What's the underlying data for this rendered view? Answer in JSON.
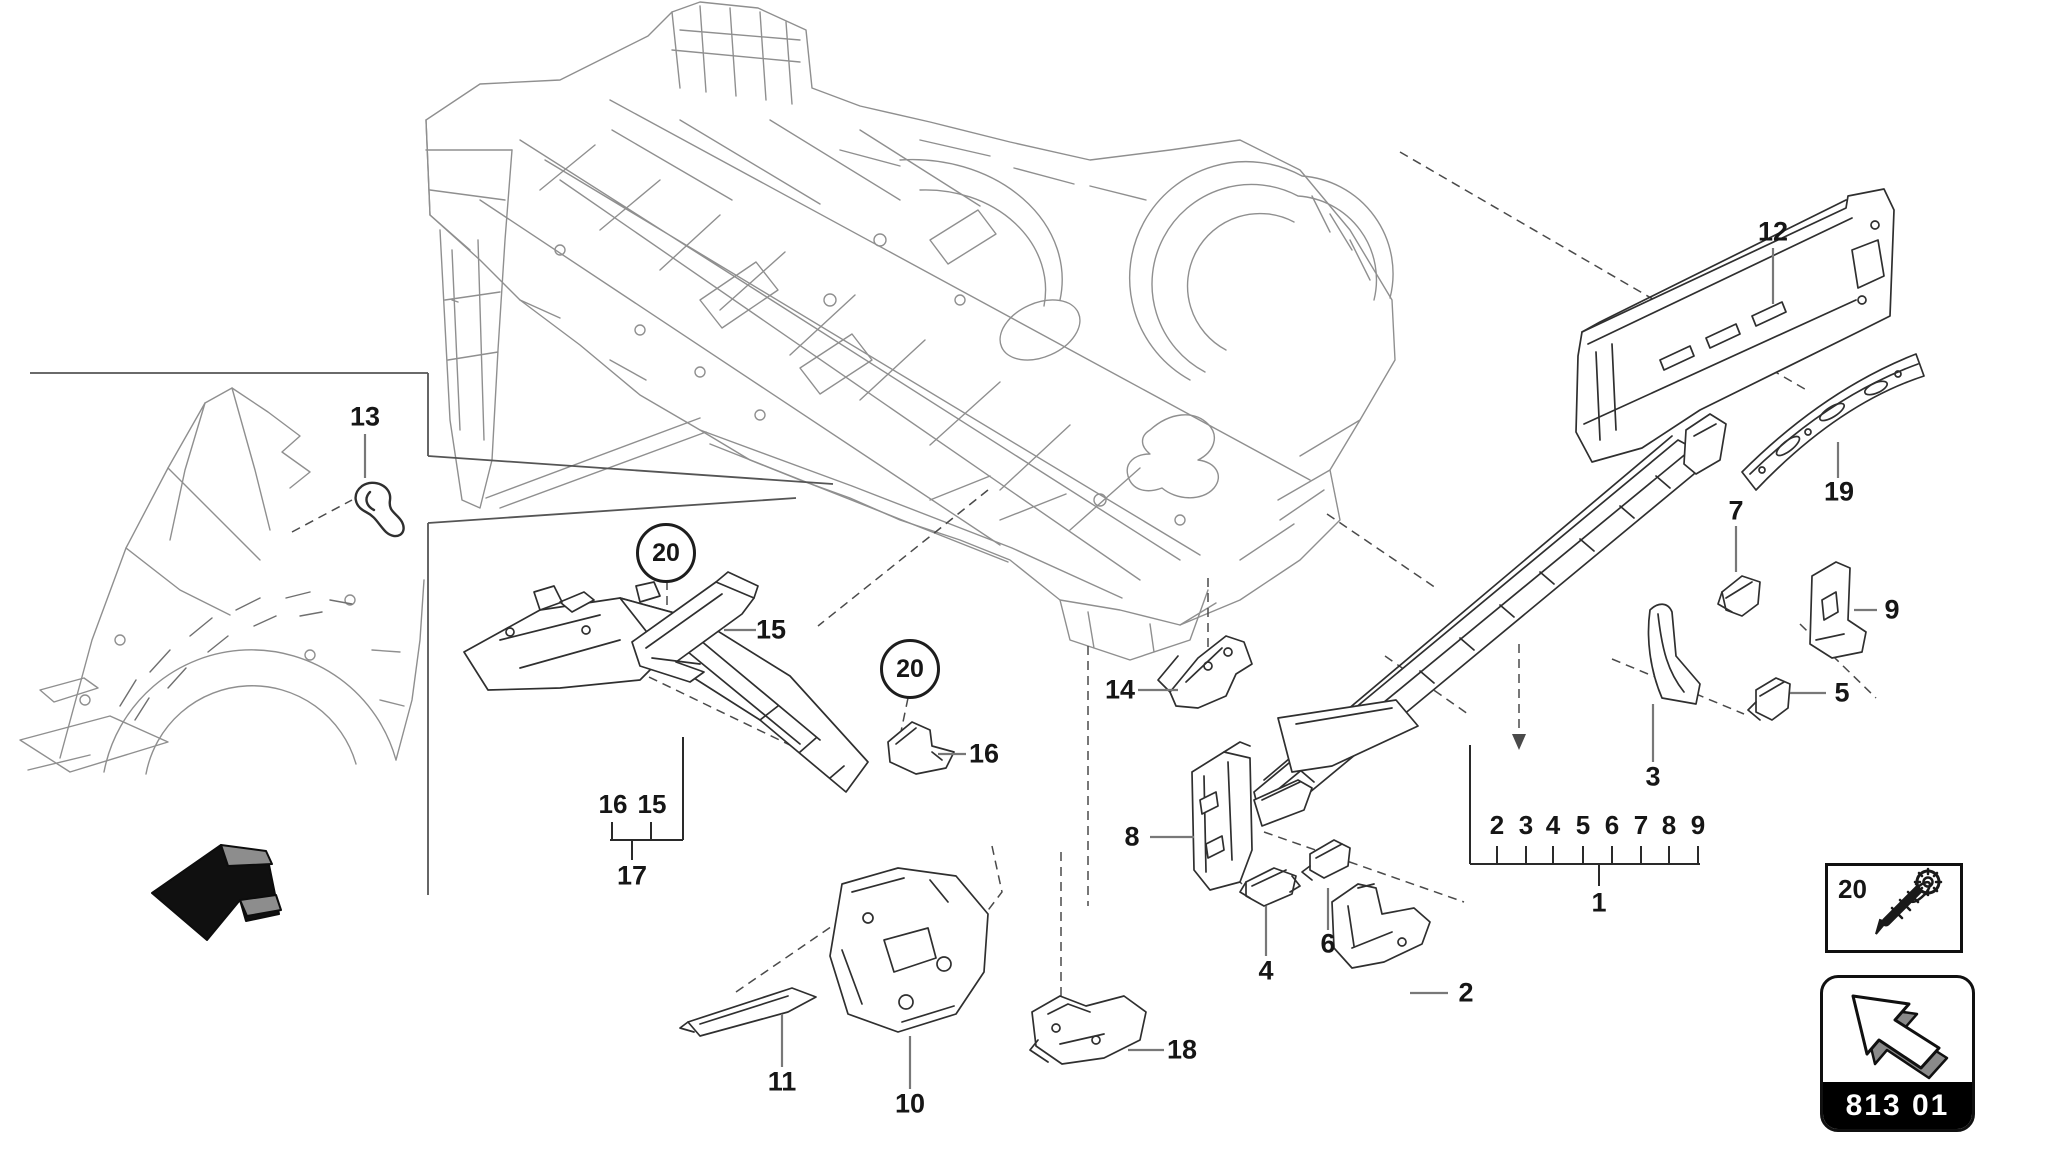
{
  "document": {
    "kind": "vehicle body parts exploded diagram",
    "page_code": "813 01"
  },
  "legend": {
    "fastener_ref": "20",
    "page_code": "813 01",
    "screw_icon": "screw-icon",
    "nav_icon": "arrow-up-left-icon"
  },
  "icons": {
    "direction_arrow": "arrow-left-icon",
    "screw": "screw-icon",
    "nav_arrow": "arrow-up-left-icon"
  },
  "colors": {
    "background": "#ffffff",
    "drawing_light": "#8f8f8f",
    "drawing_dark": "#2f2f2f",
    "leader": "#787878",
    "label": "#161616",
    "badge_bg": "#000000",
    "badge_text": "#ffffff"
  },
  "callouts": {
    "n1": {
      "label": "1"
    },
    "n2": {
      "label": "2"
    },
    "n3": {
      "label": "3"
    },
    "n4": {
      "label": "4"
    },
    "n5": {
      "label": "5"
    },
    "n6": {
      "label": "6"
    },
    "n7": {
      "label": "7"
    },
    "n8": {
      "label": "8"
    },
    "n9": {
      "label": "9"
    },
    "n10": {
      "label": "10"
    },
    "n11": {
      "label": "11"
    },
    "n12": {
      "label": "12"
    },
    "n13": {
      "label": "13"
    },
    "n14": {
      "label": "14"
    },
    "n15": {
      "label": "15"
    },
    "n16": {
      "label": "16"
    },
    "n17": {
      "label": "17"
    },
    "n18": {
      "label": "18"
    },
    "n19": {
      "label": "19"
    }
  },
  "bracket_row_main": {
    "numbers": [
      "2",
      "3",
      "4",
      "5",
      "6",
      "7",
      "8",
      "9"
    ],
    "assembly_label": "1"
  },
  "bracket_row_rail": {
    "numbers": [
      "16",
      "15"
    ],
    "assembly_label": "17"
  },
  "fastener_callouts": [
    {
      "label": "20"
    },
    {
      "label": "20"
    }
  ]
}
